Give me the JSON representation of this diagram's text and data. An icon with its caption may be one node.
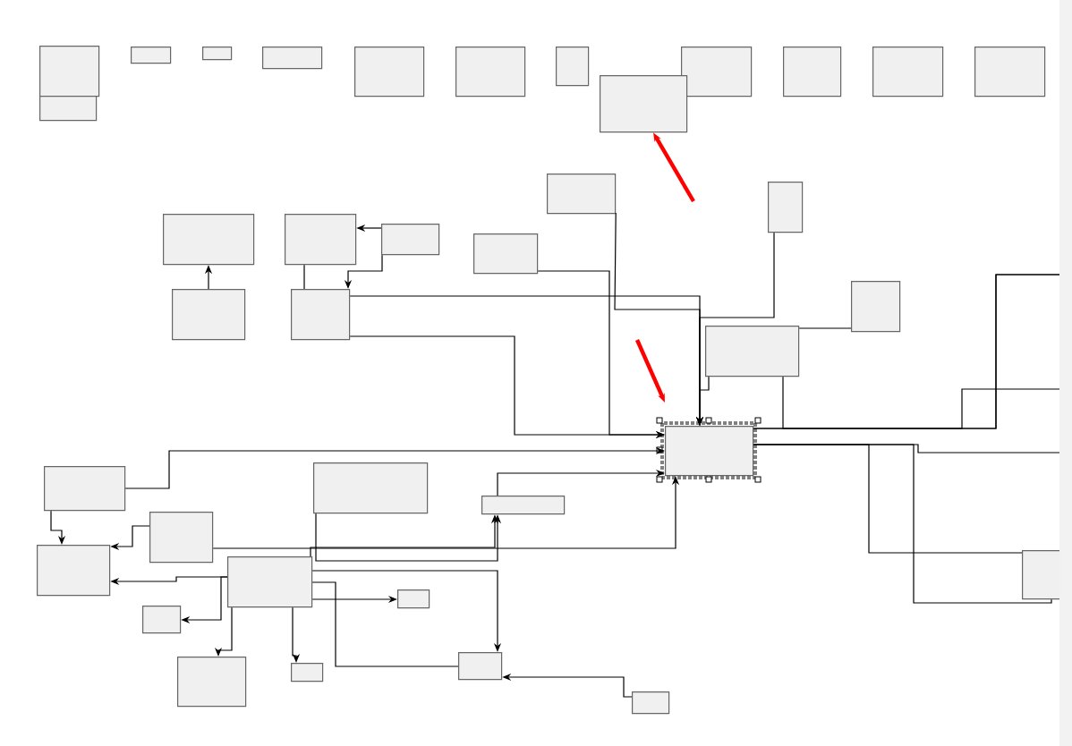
{
  "diagram": {
    "nodes": [
      {
        "text": [],
        "shape": "box"
      },
      {
        "text": [],
        "shape": "box"
      },
      {
        "text": [],
        "shape": "box"
      },
      {
        "text": [],
        "shape": "box"
      },
      {
        "text": [],
        "shape": "box"
      },
      {
        "text": [],
        "shape": "box"
      },
      {
        "text": [],
        "shape": "box"
      },
      {
        "text": [],
        "shape": "box"
      },
      {
        "text": [],
        "shape": "box"
      },
      {
        "text": [],
        "shape": "box"
      },
      {
        "text": [],
        "shape": "box"
      },
      {
        "text": [],
        "shape": "box"
      },
      {
        "text": [],
        "shape": "box"
      },
      {
        "text": [],
        "shape": "box"
      },
      {
        "text": [],
        "shape": "box"
      },
      {
        "text": [],
        "shape": "box"
      },
      {
        "text": [],
        "shape": "box"
      },
      {
        "text": [],
        "shape": "box"
      },
      {
        "text": [],
        "shape": "box"
      },
      {
        "text": [],
        "shape": "box"
      },
      {
        "text": [],
        "shape": "box"
      },
      {
        "text": [],
        "shape": "box"
      },
      {
        "text": [],
        "shape": "box"
      },
      {
        "text": [],
        "shape": "box"
      },
      {
        "text": [],
        "shape": "box"
      },
      {
        "text": [],
        "shape": "box"
      },
      {
        "text": [],
        "shape": "box"
      },
      {
        "text": [],
        "shape": "box"
      },
      {
        "text": [],
        "shape": "box"
      },
      {
        "text": [],
        "shape": "box"
      },
      {
        "text": [],
        "shape": "box"
      },
      {
        "text": [],
        "shape": "box"
      },
      {
        "text": [],
        "shape": "box"
      },
      {
        "text": [],
        "shape": "box"
      },
      {
        "text": [],
        "shape": "box"
      },
      {
        "text": [],
        "shape": "box"
      },
      {
        "text": [],
        "shape": "box"
      }
    ],
    "edges": [
      {
        "from": 19,
        "to": 15,
        "arrow": "to"
      },
      {
        "from": 17,
        "to": 16,
        "arrow": "to"
      },
      {
        "from": 17,
        "to": 20,
        "arrow": "to"
      },
      {
        "from": 16,
        "to": 20,
        "arrow": "none"
      },
      {
        "from": 20,
        "to": 23,
        "arrow": "to"
      },
      {
        "from": 13,
        "to": 23,
        "arrow": "to"
      },
      {
        "from": 14,
        "to": 23,
        "arrow": "to"
      },
      {
        "from": 22,
        "to": 23,
        "arrow": "to"
      },
      {
        "from": 20,
        "to": 23,
        "arrow": "to"
      },
      {
        "from": 18,
        "to": 23,
        "arrow": "to"
      },
      {
        "from": 22,
        "to": 21,
        "arrow": "none"
      },
      {
        "from": 22,
        "to": null,
        "arrow": "none"
      },
      {
        "from": 23,
        "to": null,
        "arrow": "none"
      },
      {
        "from": 23,
        "to": null,
        "arrow": "none"
      },
      {
        "from": 23,
        "to": null,
        "arrow": "none"
      },
      {
        "from": 23,
        "to": 36,
        "arrow": "none"
      },
      {
        "from": 23,
        "to": 36,
        "arrow": "none"
      },
      {
        "from": 24,
        "to": 23,
        "arrow": "to"
      },
      {
        "from": 24,
        "to": 28,
        "arrow": "to"
      },
      {
        "from": 27,
        "to": 28,
        "arrow": "to"
      },
      {
        "from": 29,
        "to": 28,
        "arrow": "to"
      },
      {
        "from": 29,
        "to": 31,
        "arrow": "to"
      },
      {
        "from": 29,
        "to": 32,
        "arrow": "to"
      },
      {
        "from": 29,
        "to": 33,
        "arrow": "to"
      },
      {
        "from": 29,
        "to": 30,
        "arrow": "to"
      },
      {
        "from": 29,
        "to": 34,
        "arrow": "none"
      },
      {
        "from": 29,
        "to": 26,
        "arrow": "to"
      },
      {
        "from": 27,
        "to": 23,
        "arrow": "to"
      },
      {
        "from": 25,
        "to": 26,
        "arrow": "to"
      },
      {
        "from": 29,
        "to": 34,
        "arrow": "to"
      },
      {
        "from": 35,
        "to": 34,
        "arrow": "to"
      },
      {
        "from": null,
        "to": 9,
        "arrow": "to",
        "style": "thick",
        "color": "#ff0000"
      },
      {
        "from": null,
        "to": 23,
        "arrow": "to",
        "style": "thick",
        "color": "#ff0000"
      },
      {
        "from": 26,
        "to": 23,
        "arrow": "to"
      }
    ]
  }
}
